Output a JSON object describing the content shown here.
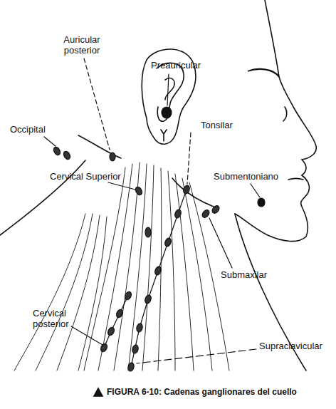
{
  "diagram": {
    "caption": "FIGURA 6-10: Cadenas ganglionares del cuello",
    "labels": [
      "Auricular posterior",
      "Preauricular",
      "Occipital",
      "Tonsilar",
      "Cervical Superior",
      "Submentoniano",
      "Submaxilar",
      "Cervical posterior",
      "Supraclavicular"
    ]
  }
}
